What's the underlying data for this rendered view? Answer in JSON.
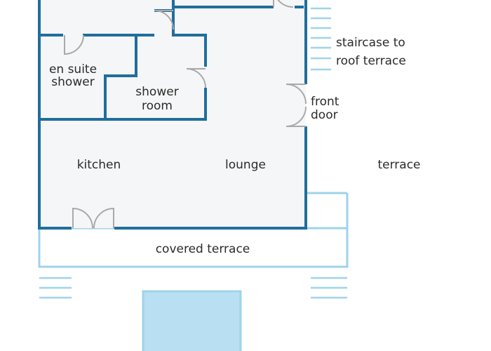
{
  "labels": {
    "en_suite_line1": "en suite",
    "en_suite_line2": "shower",
    "shower_room_line1": "shower",
    "shower_room_line2": "room",
    "staircase_line1": "staircase to",
    "staircase_line2": "roof terrace",
    "front_door_line1": "front",
    "front_door_line2": "door",
    "kitchen": "kitchen",
    "lounge": "lounge",
    "terrace": "terrace",
    "covered_terrace": "covered terrace"
  },
  "colors": {
    "wall": "#1f6e9c",
    "light_line": "#9fd3ea",
    "floor": "#f5f6f7",
    "pool_fill": "#b9dff3",
    "door_grey": "#a9a9a9"
  }
}
